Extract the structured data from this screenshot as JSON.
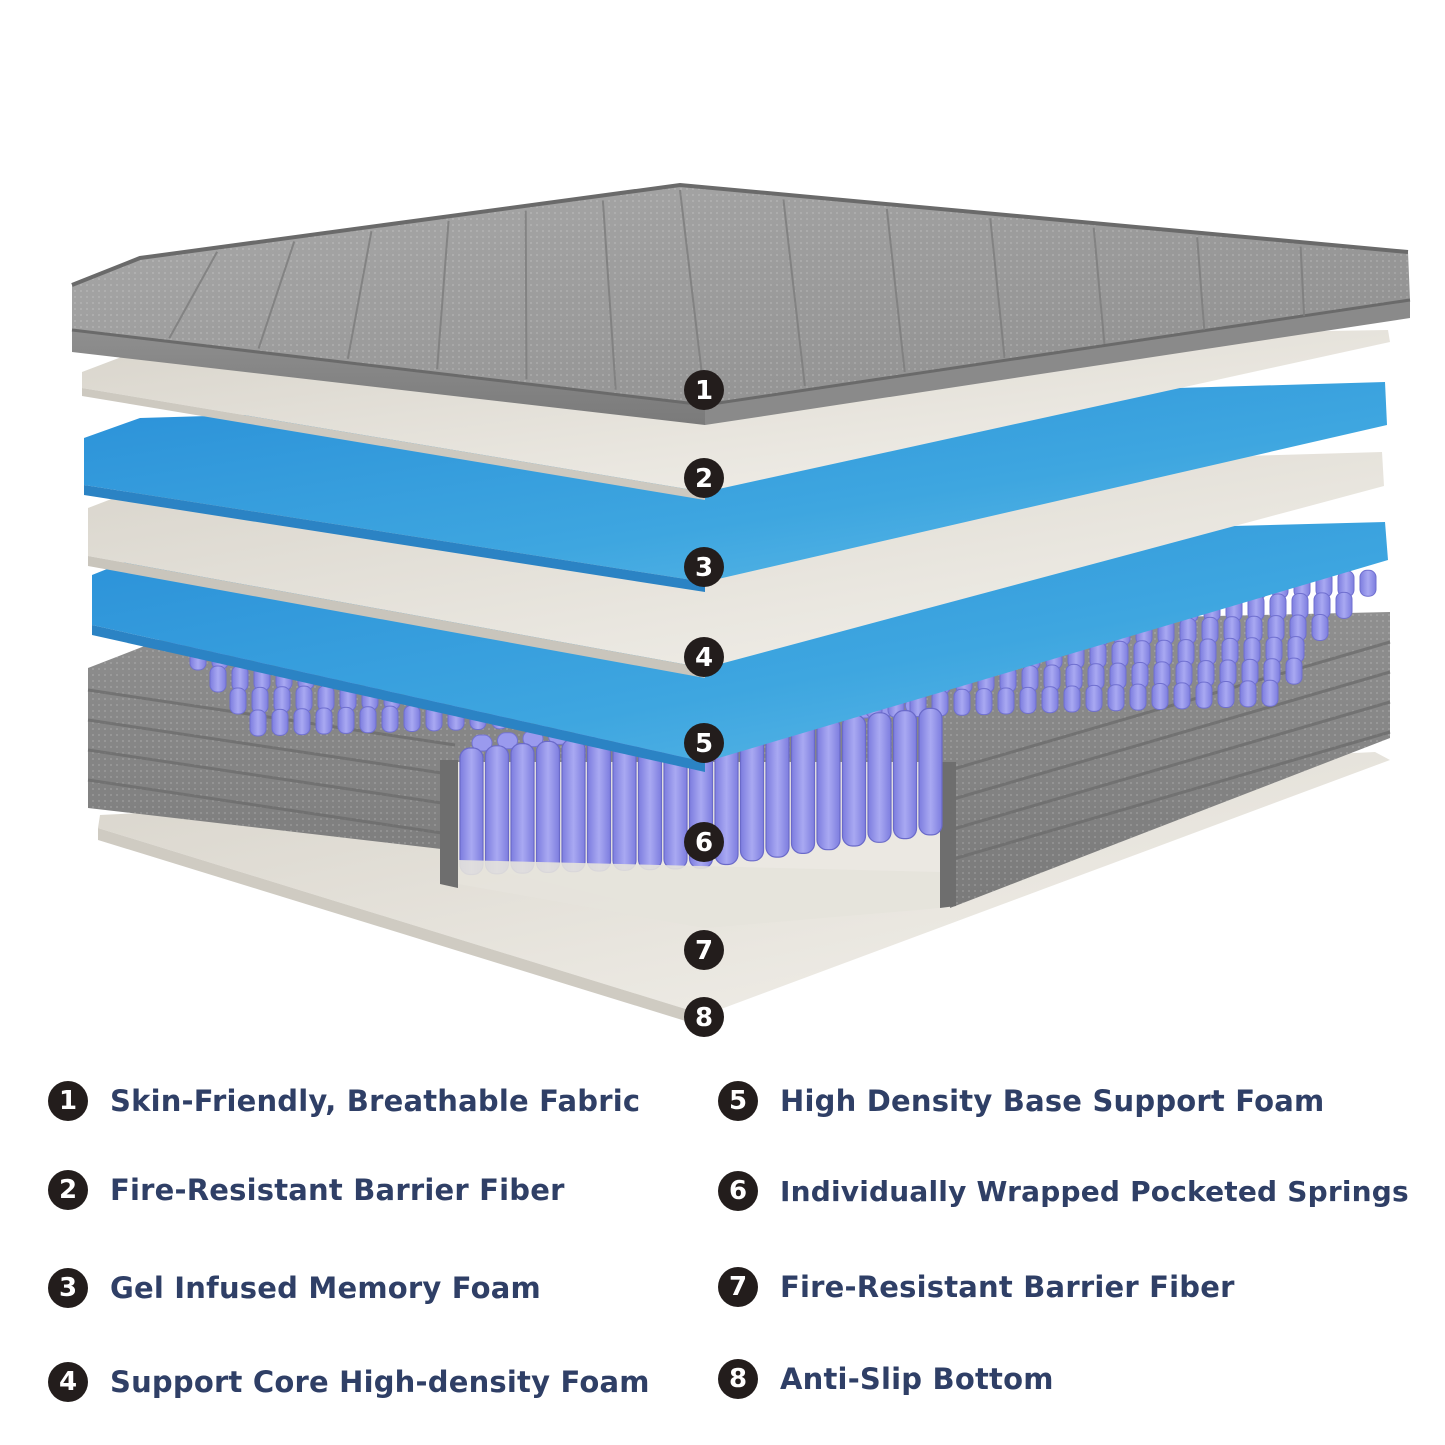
{
  "colors": {
    "fabric": "#9c9c9c",
    "fiber": "#e4e1da",
    "foam_blue": "#3aa0dc",
    "springs": "#8f8fe8",
    "marker": "#231d1c",
    "legend_text": "#2f3f66"
  },
  "markers": [
    "1",
    "2",
    "3",
    "4",
    "5",
    "6",
    "7",
    "8"
  ],
  "legend": {
    "left": [
      {
        "num": "1",
        "label": "Skin-Friendly, Breathable Fabric"
      },
      {
        "num": "2",
        "label": "Fire-Resistant Barrier Fiber"
      },
      {
        "num": "3",
        "label": "Gel Infused Memory Foam"
      },
      {
        "num": "4",
        "label": "Support Core High-density Foam"
      }
    ],
    "right": [
      {
        "num": "5",
        "label": "High Density Base Support Foam"
      },
      {
        "num": "6",
        "label": "Individually Wrapped Pocketed Springs"
      },
      {
        "num": "7",
        "label": "Fire-Resistant Barrier Fiber"
      },
      {
        "num": "8",
        "label": "Anti-Slip Bottom"
      }
    ]
  }
}
